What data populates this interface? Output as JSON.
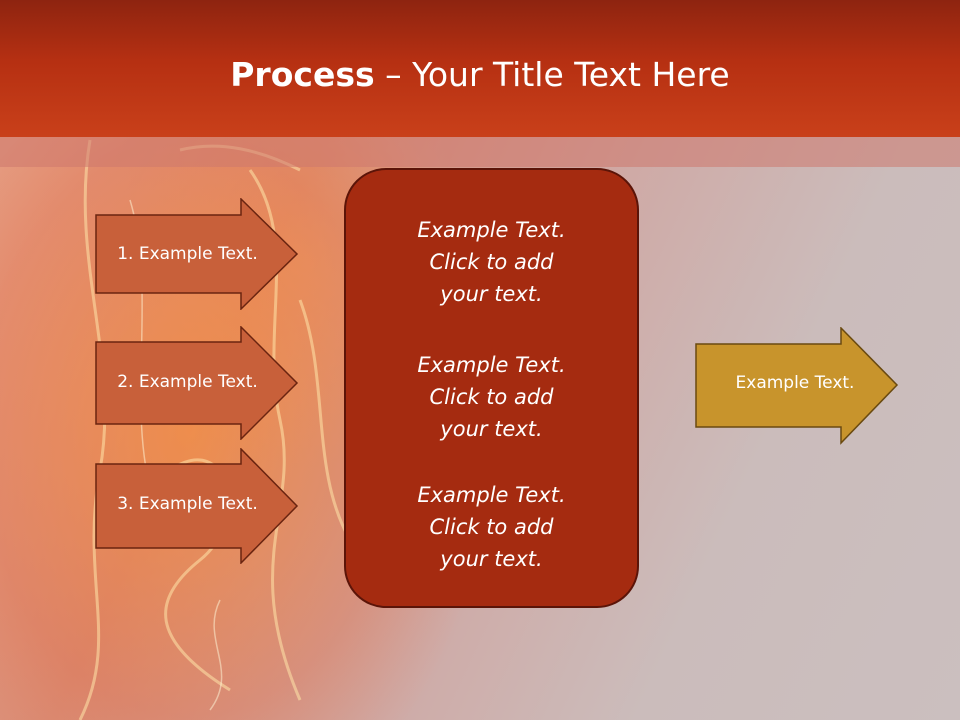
{
  "title": {
    "bold": "Process",
    "separator": " – ",
    "rest": "Your Title Text Here"
  },
  "left_arrows": [
    {
      "label": "1. Example Text."
    },
    {
      "label": "2. Example Text."
    },
    {
      "label": "3. Example Text."
    }
  ],
  "center_box": {
    "items": [
      {
        "line1": "Example Text.",
        "line2": "Click  to add",
        "line3": "your text."
      },
      {
        "line1": "Example Text.",
        "line2": "Click  to add",
        "line3": "your text."
      },
      {
        "line1": "Example Text.",
        "line2": "Click  to add",
        "line3": "your text."
      }
    ]
  },
  "right_arrow": {
    "label": "Example Text."
  },
  "colors": {
    "header": "#b63012",
    "left_arrow": "#c8603a",
    "center_box": "#a52b10",
    "right_arrow": "#c8942c"
  }
}
